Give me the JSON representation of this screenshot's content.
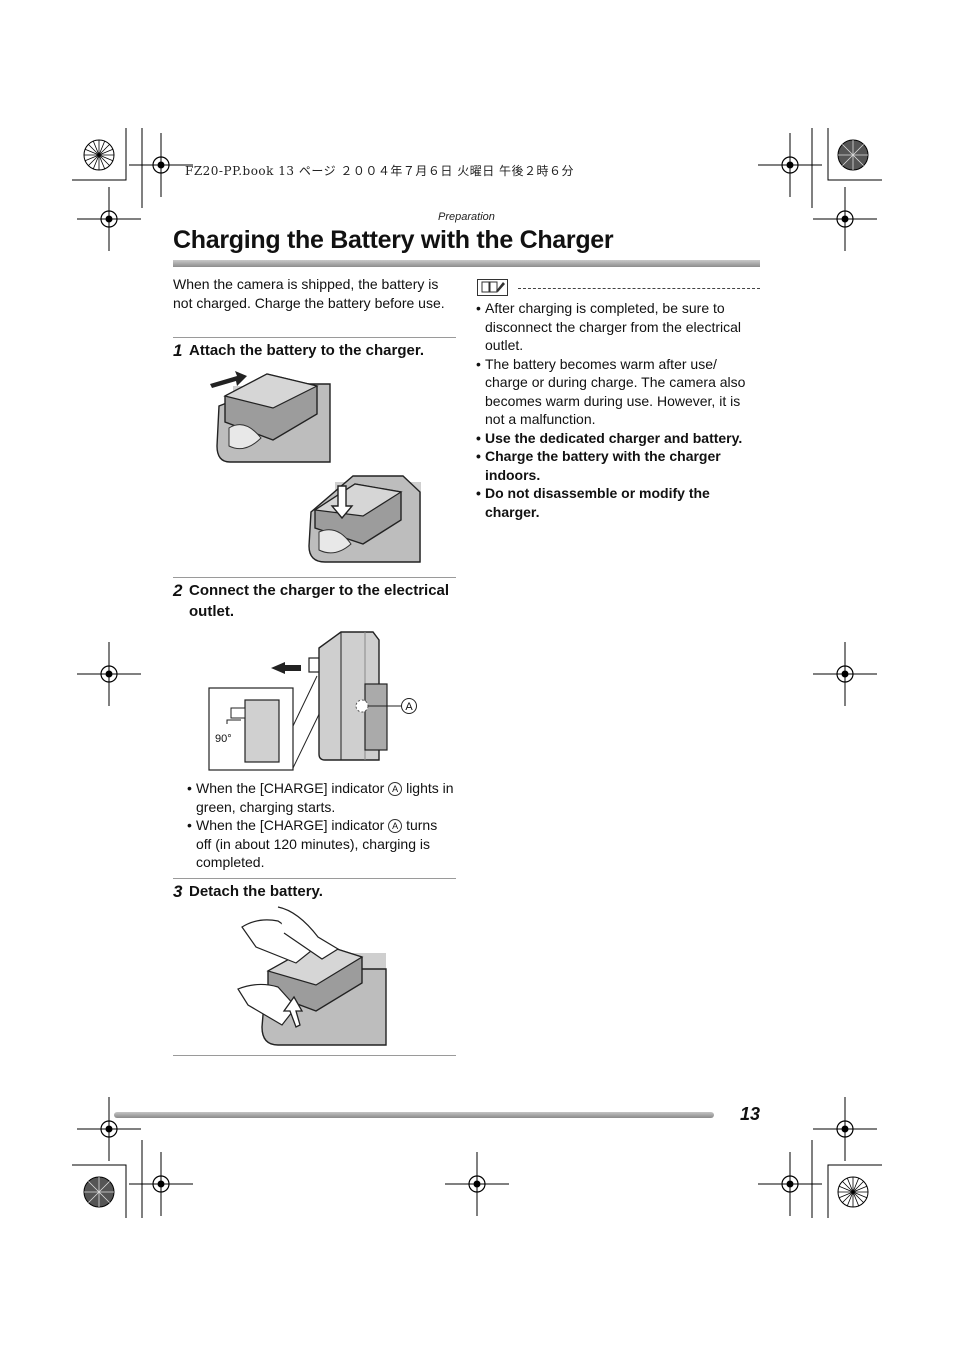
{
  "print_header": "FZ20-PP.book  13 ページ  ２００４年７月６日  火曜日  午後２時６分",
  "section_label": "Preparation",
  "title": "Charging the Battery with the Charger",
  "intro": "When the camera is shipped, the battery is not charged. Charge the battery before use.",
  "steps": [
    {
      "number": "1",
      "text": "Attach the battery to the charger."
    },
    {
      "number": "2",
      "text": "Connect the charger to the electrical outlet."
    },
    {
      "number": "3",
      "text": "Detach the battery."
    }
  ],
  "step2_figure": {
    "angle_label": "90°",
    "callout_label": "A"
  },
  "step2_bullets": [
    {
      "before": "When the [CHARGE] indicator ",
      "marker": "A",
      "after": " lights in green, charging starts."
    },
    {
      "before": "When the [CHARGE] indicator ",
      "marker": "A",
      "after": " turns off (in about 120 minutes), charging is completed."
    }
  ],
  "notes": [
    {
      "text": "After charging is completed, be sure to disconnect the charger from the electrical outlet.",
      "bold": false
    },
    {
      "text": "The battery becomes warm after use/ charge or during charge. The camera also becomes warm during use. However, it is not a malfunction.",
      "bold": false
    },
    {
      "text": "Use the dedicated charger and battery.",
      "bold": true
    },
    {
      "text": "Charge the battery with the charger indoors.",
      "bold": true
    },
    {
      "text": "Do not disassemble or modify the charger.",
      "bold": true
    }
  ],
  "page_number": "13",
  "bullet_glyph": "•",
  "icons": [
    "registration-mark-icon",
    "crop-mark-icon",
    "memo-icon",
    "arrow-icon"
  ],
  "colors": {
    "title_bar": "#a8a8a8",
    "text": "#111111",
    "figure_fill": "#cfcfcf"
  }
}
